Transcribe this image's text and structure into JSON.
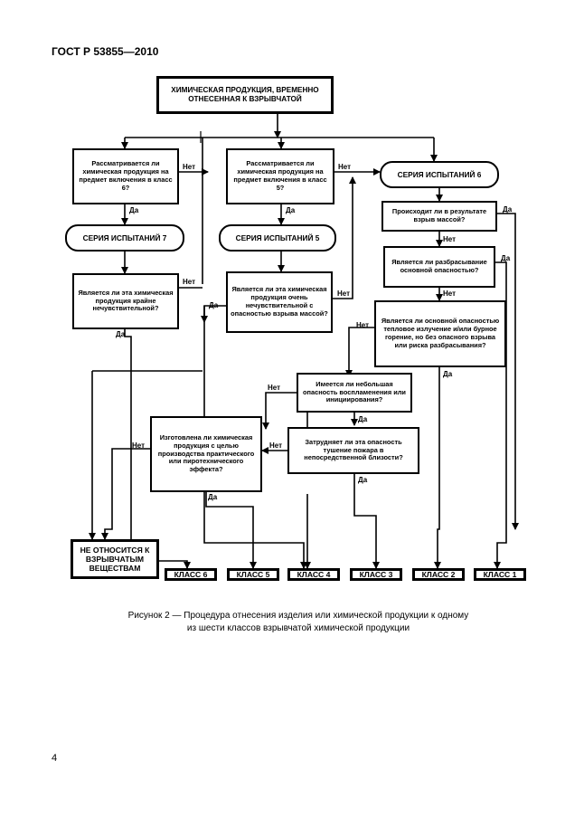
{
  "header": "ГОСТ Р 53855—2010",
  "start": "ХИМИЧЕСКАЯ ПРОДУКЦИЯ, ВРЕМЕННО ОТНЕСЕННАЯ К ВЗРЫВЧАТОЙ",
  "q_class6": "Рассматривается ли химическая продукция на предмет включения в класс 6?",
  "q_class5": "Рассматривается ли химическая продукция на предмет включения в класс 5?",
  "series6": "СЕРИЯ ИСПЫТАНИЙ 6",
  "series7": "СЕРИЯ ИСПЫТАНИЙ 7",
  "series5": "СЕРИЯ ИСПЫТАНИЙ 5",
  "q_mass_explosion": "Происходит ли в результате взрыв массой?",
  "q_projection": "Является ли разбрасывание основной опасностью?",
  "q_thermal": "Является ли основной опасностью тепловое излучение и/или бурное горение, но без опасного взрыва или риска разбрасывания?",
  "q_insensitive_class6": "Является ли эта химическая продукция крайне нечувствительной?",
  "q_insensitive_class5": "Является ли эта химическая продукция очень нечувствительной с опасностью взрыва массой?",
  "q_small_hazard": "Имеется ли небольшая опасность воспламенения или инициирования?",
  "q_fire_fighting": "Затрудняет ли эта опасность тушение пожара в непосредственной близости?",
  "q_pyrotechnic": "Изготовлена ли химическая продукция с целью производства практического или пиротехнического эффекта?",
  "not_explosive": "НЕ ОТНОСИТСЯ К ВЗРЫВЧАТЫМ ВЕЩЕСТВАМ",
  "classes": [
    "КЛАСС 6",
    "КЛАСС 5",
    "КЛАСС 4",
    "КЛАСС 3",
    "КЛАСС 2",
    "КЛАСС 1"
  ],
  "yes": "Да",
  "no": "Нет",
  "caption_line1": "Рисунок 2 — Процедура отнесения изделия или химической продукции к одному",
  "caption_line2": "из шести классов взрывчатой химической продукции",
  "page_number": "4"
}
